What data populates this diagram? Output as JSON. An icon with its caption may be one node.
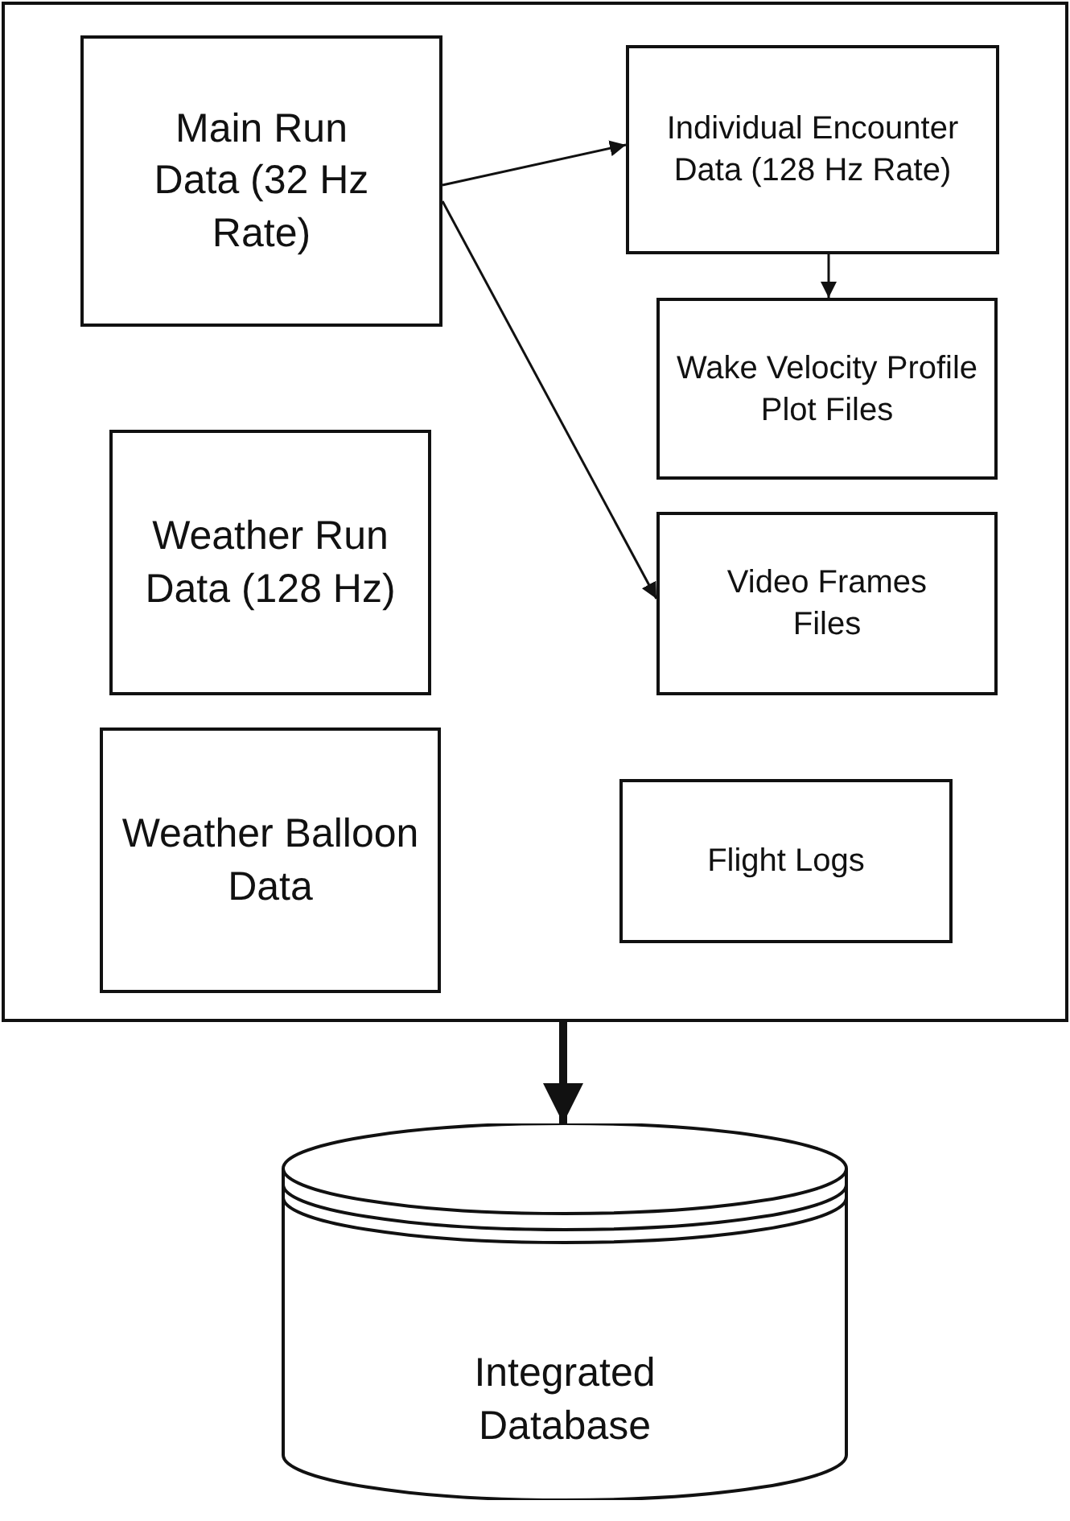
{
  "diagram": {
    "nodes": [
      {
        "text": [],
        "shape": "box"
      },
      {
        "text": [
          "Main Run Data (32 Hz Rate)"
        ],
        "in": 0
      },
      {
        "text": [
          "Individual Encounter Data (128 Hz Rate)"
        ],
        "in": 0
      },
      {
        "text": [
          "Wake Velocity Profile Plot Files"
        ],
        "in": 0
      },
      {
        "text": [
          "Weather Run Data (128 Hz)"
        ],
        "in": 0
      },
      {
        "text": [
          "Video Frames Files"
        ],
        "in": 0
      },
      {
        "text": [
          "Weather Balloon Data"
        ],
        "in": 0
      },
      {
        "text": [
          "Flight Logs"
        ],
        "in": 0
      },
      {
        "text": [
          "Integrated Database"
        ]
      }
    ],
    "edges": [
      {
        "from": 1,
        "to": 2,
        "arrow": "to"
      },
      {
        "from": 2,
        "to": 3,
        "arrow": "to"
      },
      {
        "from": 1,
        "to": 5,
        "arrow": "to"
      },
      {
        "from": 0,
        "to": 8,
        "arrow": "to",
        "style": "thick"
      }
    ]
  }
}
